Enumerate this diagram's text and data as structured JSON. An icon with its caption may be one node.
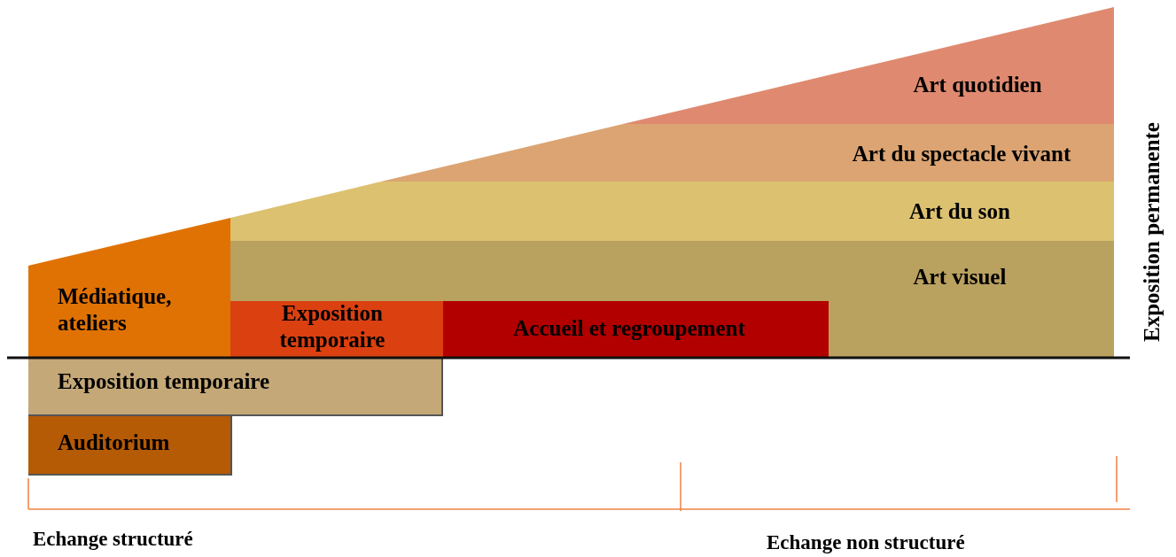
{
  "diagram": {
    "nodes": [
      {
        "text": [
          "Art quotidien"
        ]
      },
      {
        "text": [
          "Art du spectacle vivant"
        ]
      },
      {
        "text": [
          "Art du son"
        ]
      },
      {
        "text": [
          "Art visuel"
        ]
      },
      {
        "text": [
          "Médiatique, ateliers"
        ]
      },
      {
        "text": [
          "Exposition temporaire"
        ]
      },
      {
        "text": [
          "Accueil et regroupement"
        ]
      },
      {
        "text": [
          "Exposition temporaire"
        ]
      },
      {
        "text": [
          "Auditorium"
        ]
      }
    ],
    "edges": [],
    "labels": [
      "Exposition permanente",
      "Echange structuré",
      "Echange non structuré"
    ]
  }
}
